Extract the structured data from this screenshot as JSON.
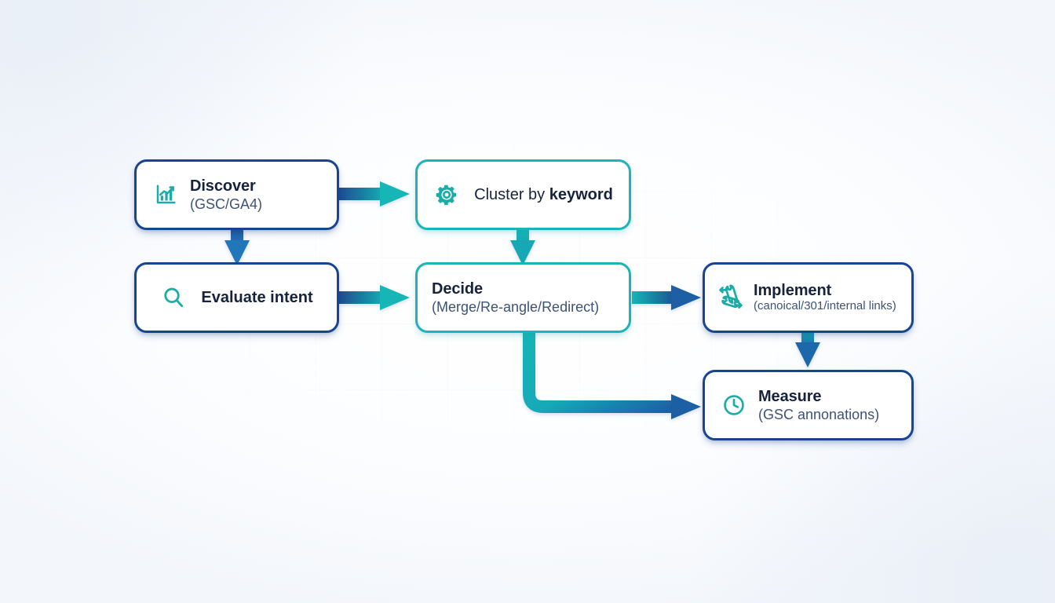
{
  "diagram": {
    "title": "SEO content workflow flowchart",
    "colors": {
      "navy": "#17468f",
      "teal": "#1db3b8",
      "title_text": "#17233d",
      "sub_text": "#3d5274",
      "icon_teal": "#1aada8",
      "background": "#ffffff"
    },
    "nodes": [
      {
        "id": "discover",
        "title": "Discover",
        "subtitle": "(GSC/GA4)",
        "icon": "bar-chart-trend-icon",
        "border": "navy"
      },
      {
        "id": "cluster",
        "title": "Cluster by ",
        "title_bold": "keyword",
        "subtitle": "",
        "icon": "gear-icon",
        "border": "teal"
      },
      {
        "id": "evaluate",
        "title": "Evaluate intent",
        "subtitle": "",
        "icon": "magnifier-icon",
        "border": "navy"
      },
      {
        "id": "decide",
        "title": "Decide",
        "subtitle": "(Merge/Re-angle/Redirect)",
        "icon": "",
        "border": "teal"
      },
      {
        "id": "implement",
        "title": "Implement",
        "subtitle": "(canoical/301/internal links)",
        "icon": "wrench-arrows-icon",
        "border": "navy"
      },
      {
        "id": "measure",
        "title": "Measure",
        "subtitle": "(GSC annonations)",
        "icon": "clock-icon",
        "border": "navy"
      }
    ],
    "edges": [
      {
        "id": "discover-to-cluster",
        "from": "discover",
        "to": "cluster",
        "shape": "horizontal",
        "gradient": "navy-to-teal"
      },
      {
        "id": "discover-to-evaluate",
        "from": "discover",
        "to": "evaluate",
        "shape": "vertical",
        "gradient": "navy"
      },
      {
        "id": "cluster-to-decide",
        "from": "cluster",
        "to": "decide",
        "shape": "vertical",
        "gradient": "teal"
      },
      {
        "id": "evaluate-to-decide",
        "from": "evaluate",
        "to": "decide",
        "shape": "horizontal",
        "gradient": "navy-to-teal"
      },
      {
        "id": "decide-to-implement",
        "from": "decide",
        "to": "implement",
        "shape": "horizontal",
        "gradient": "teal-to-navy"
      },
      {
        "id": "decide-to-measure",
        "from": "decide",
        "to": "measure",
        "shape": "elbow-down-right",
        "gradient": "teal-to-navy"
      },
      {
        "id": "implement-to-measure",
        "from": "implement",
        "to": "measure",
        "shape": "vertical",
        "gradient": "teal-to-navy"
      }
    ]
  }
}
